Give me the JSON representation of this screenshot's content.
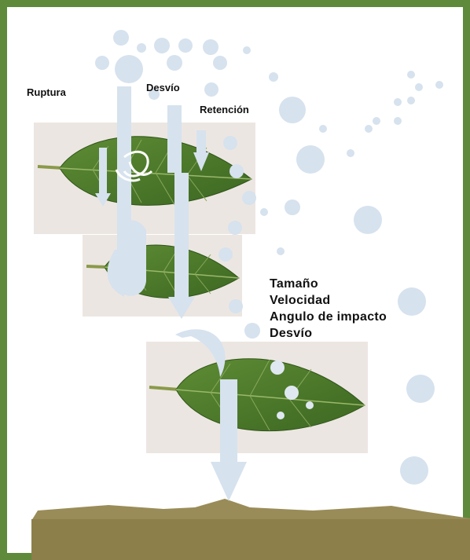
{
  "labels": {
    "ruptura": "Ruptura",
    "desvio": "Desvío",
    "retencion": "Retención"
  },
  "factors": [
    "Tamaño",
    "Velocidad",
    "Angulo de impacto",
    "Desvío"
  ],
  "colors": {
    "frame": "#5f8a3c",
    "drop": "#d6e2ee",
    "leaf": "#4d7a2c",
    "leaf_dark": "#3a6320",
    "soil": "#8d7f4a",
    "leaf_background": "#ece6e2"
  }
}
